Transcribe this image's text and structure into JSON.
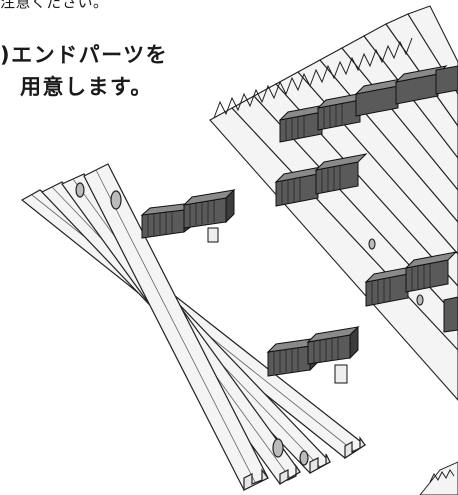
{
  "document": {
    "top_note": "注意ください。",
    "step_line1": ")エンドパーツを",
    "step_line2": "用意します。"
  }
}
